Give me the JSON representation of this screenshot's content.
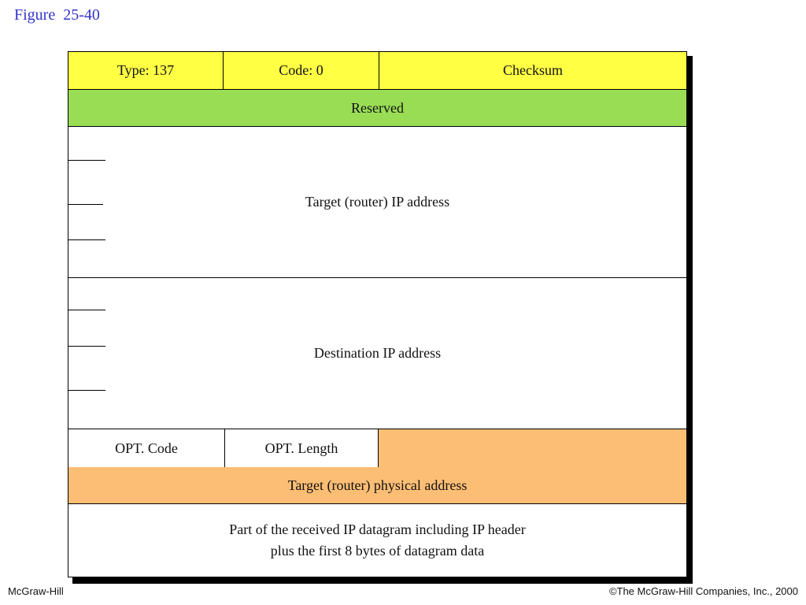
{
  "figure": {
    "title": "Figure  25-40"
  },
  "rows": {
    "type": "Type: 137",
    "code": "Code: 0",
    "checksum": "Checksum",
    "reserved": "Reserved",
    "target_ip": "Target (router) IP address",
    "destination_ip": "Destination IP address",
    "opt_code": "OPT. Code",
    "opt_length": "OPT. Length",
    "target_physical": "Target (router) physical address",
    "datagram_line1": "Part of the received IP datagram including IP header",
    "datagram_line2": "plus the first 8 bytes of datagram data"
  },
  "colors": {
    "header_fill": "#ffff44",
    "reserved_fill": "#99dd55",
    "physical_fill": "#fcbe74",
    "title_color": "#3333cc"
  },
  "footer": {
    "left": "McGraw-Hill",
    "right": "©The McGraw-Hill Companies, Inc., 2000"
  }
}
